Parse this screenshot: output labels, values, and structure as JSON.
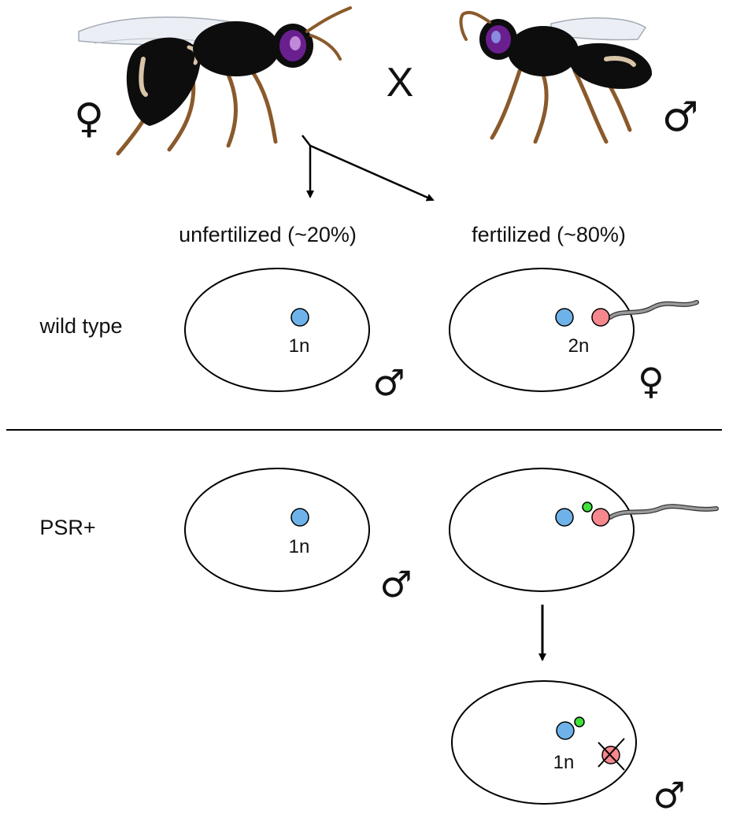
{
  "parents": {
    "cross_symbol": "X",
    "female_symbol": "♀",
    "male_symbol": "♂"
  },
  "headers": {
    "unfertilized": "unfertilized (~20%)",
    "fertilized": "fertilized (~80%)"
  },
  "rows": {
    "wild_type": {
      "label": "wild type",
      "unfertilized_ploidy": "1n",
      "unfertilized_sex": "♂",
      "fertilized_ploidy": "2n",
      "fertilized_sex": "♀"
    },
    "psr": {
      "label": "PSR+",
      "unfertilized_ploidy": "1n",
      "unfertilized_sex": "♂",
      "result_ploidy": "1n",
      "result_sex": "♂"
    }
  },
  "colors": {
    "maternal_nucleus": "#6fb2ea",
    "paternal_nucleus": "#f5888d",
    "psr_chromosome": "#3fe13a",
    "sperm_tail": "#9a9a9a",
    "wasp_body": "#0d0d0d",
    "wasp_legs": "#8a5a2b",
    "wasp_eye": "#6a1f8f"
  }
}
